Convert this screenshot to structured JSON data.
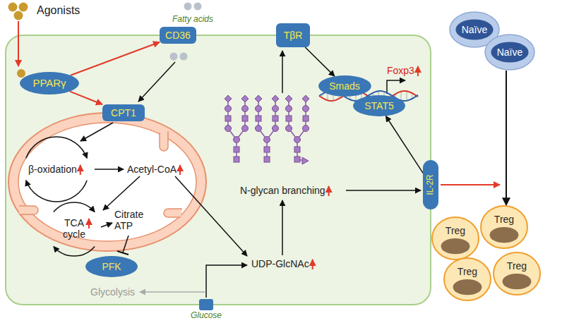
{
  "diagram": {
    "nodes": [
      {
        "text": [
          "PPARγ"
        ]
      },
      {
        "text": [
          "CD36"
        ]
      },
      {
        "text": [
          "TβR"
        ]
      },
      {
        "text": [
          "Smads"
        ]
      },
      {
        "text": [
          "STAT5"
        ]
      },
      {
        "text": [
          "CPT1"
        ]
      },
      {
        "text": [
          "IL-2R"
        ]
      },
      {
        "text": [
          "PFK"
        ]
      },
      {
        "text": [
          "Naïve"
        ]
      },
      {
        "text": [
          "Naïve"
        ]
      },
      {
        "text": [
          "Treg"
        ]
      },
      {
        "text": [
          "Treg"
        ]
      },
      {
        "text": [
          "Treg"
        ]
      },
      {
        "text": [
          "Treg"
        ]
      }
    ],
    "edges": [
      {
        "from": 0,
        "to": 1,
        "arrow": "to"
      },
      {
        "from": 0,
        "to": 5,
        "arrow": "to"
      },
      {
        "from": 2,
        "to": 3,
        "arrow": "to"
      },
      {
        "from": 6,
        "to": 4,
        "arrow": "to"
      },
      {
        "from": 9,
        "to": 11,
        "arrow": "to"
      }
    ],
    "labels": [
      "Agonists",
      "Fatty acids",
      "Foxp3",
      "β-oxidation",
      "Acetyl-CoA",
      "N-glycan branching",
      "TCA cycle",
      "Citrate ATP",
      "UDP-GlcNAc",
      "Glycolysis",
      "Glucose"
    ]
  }
}
